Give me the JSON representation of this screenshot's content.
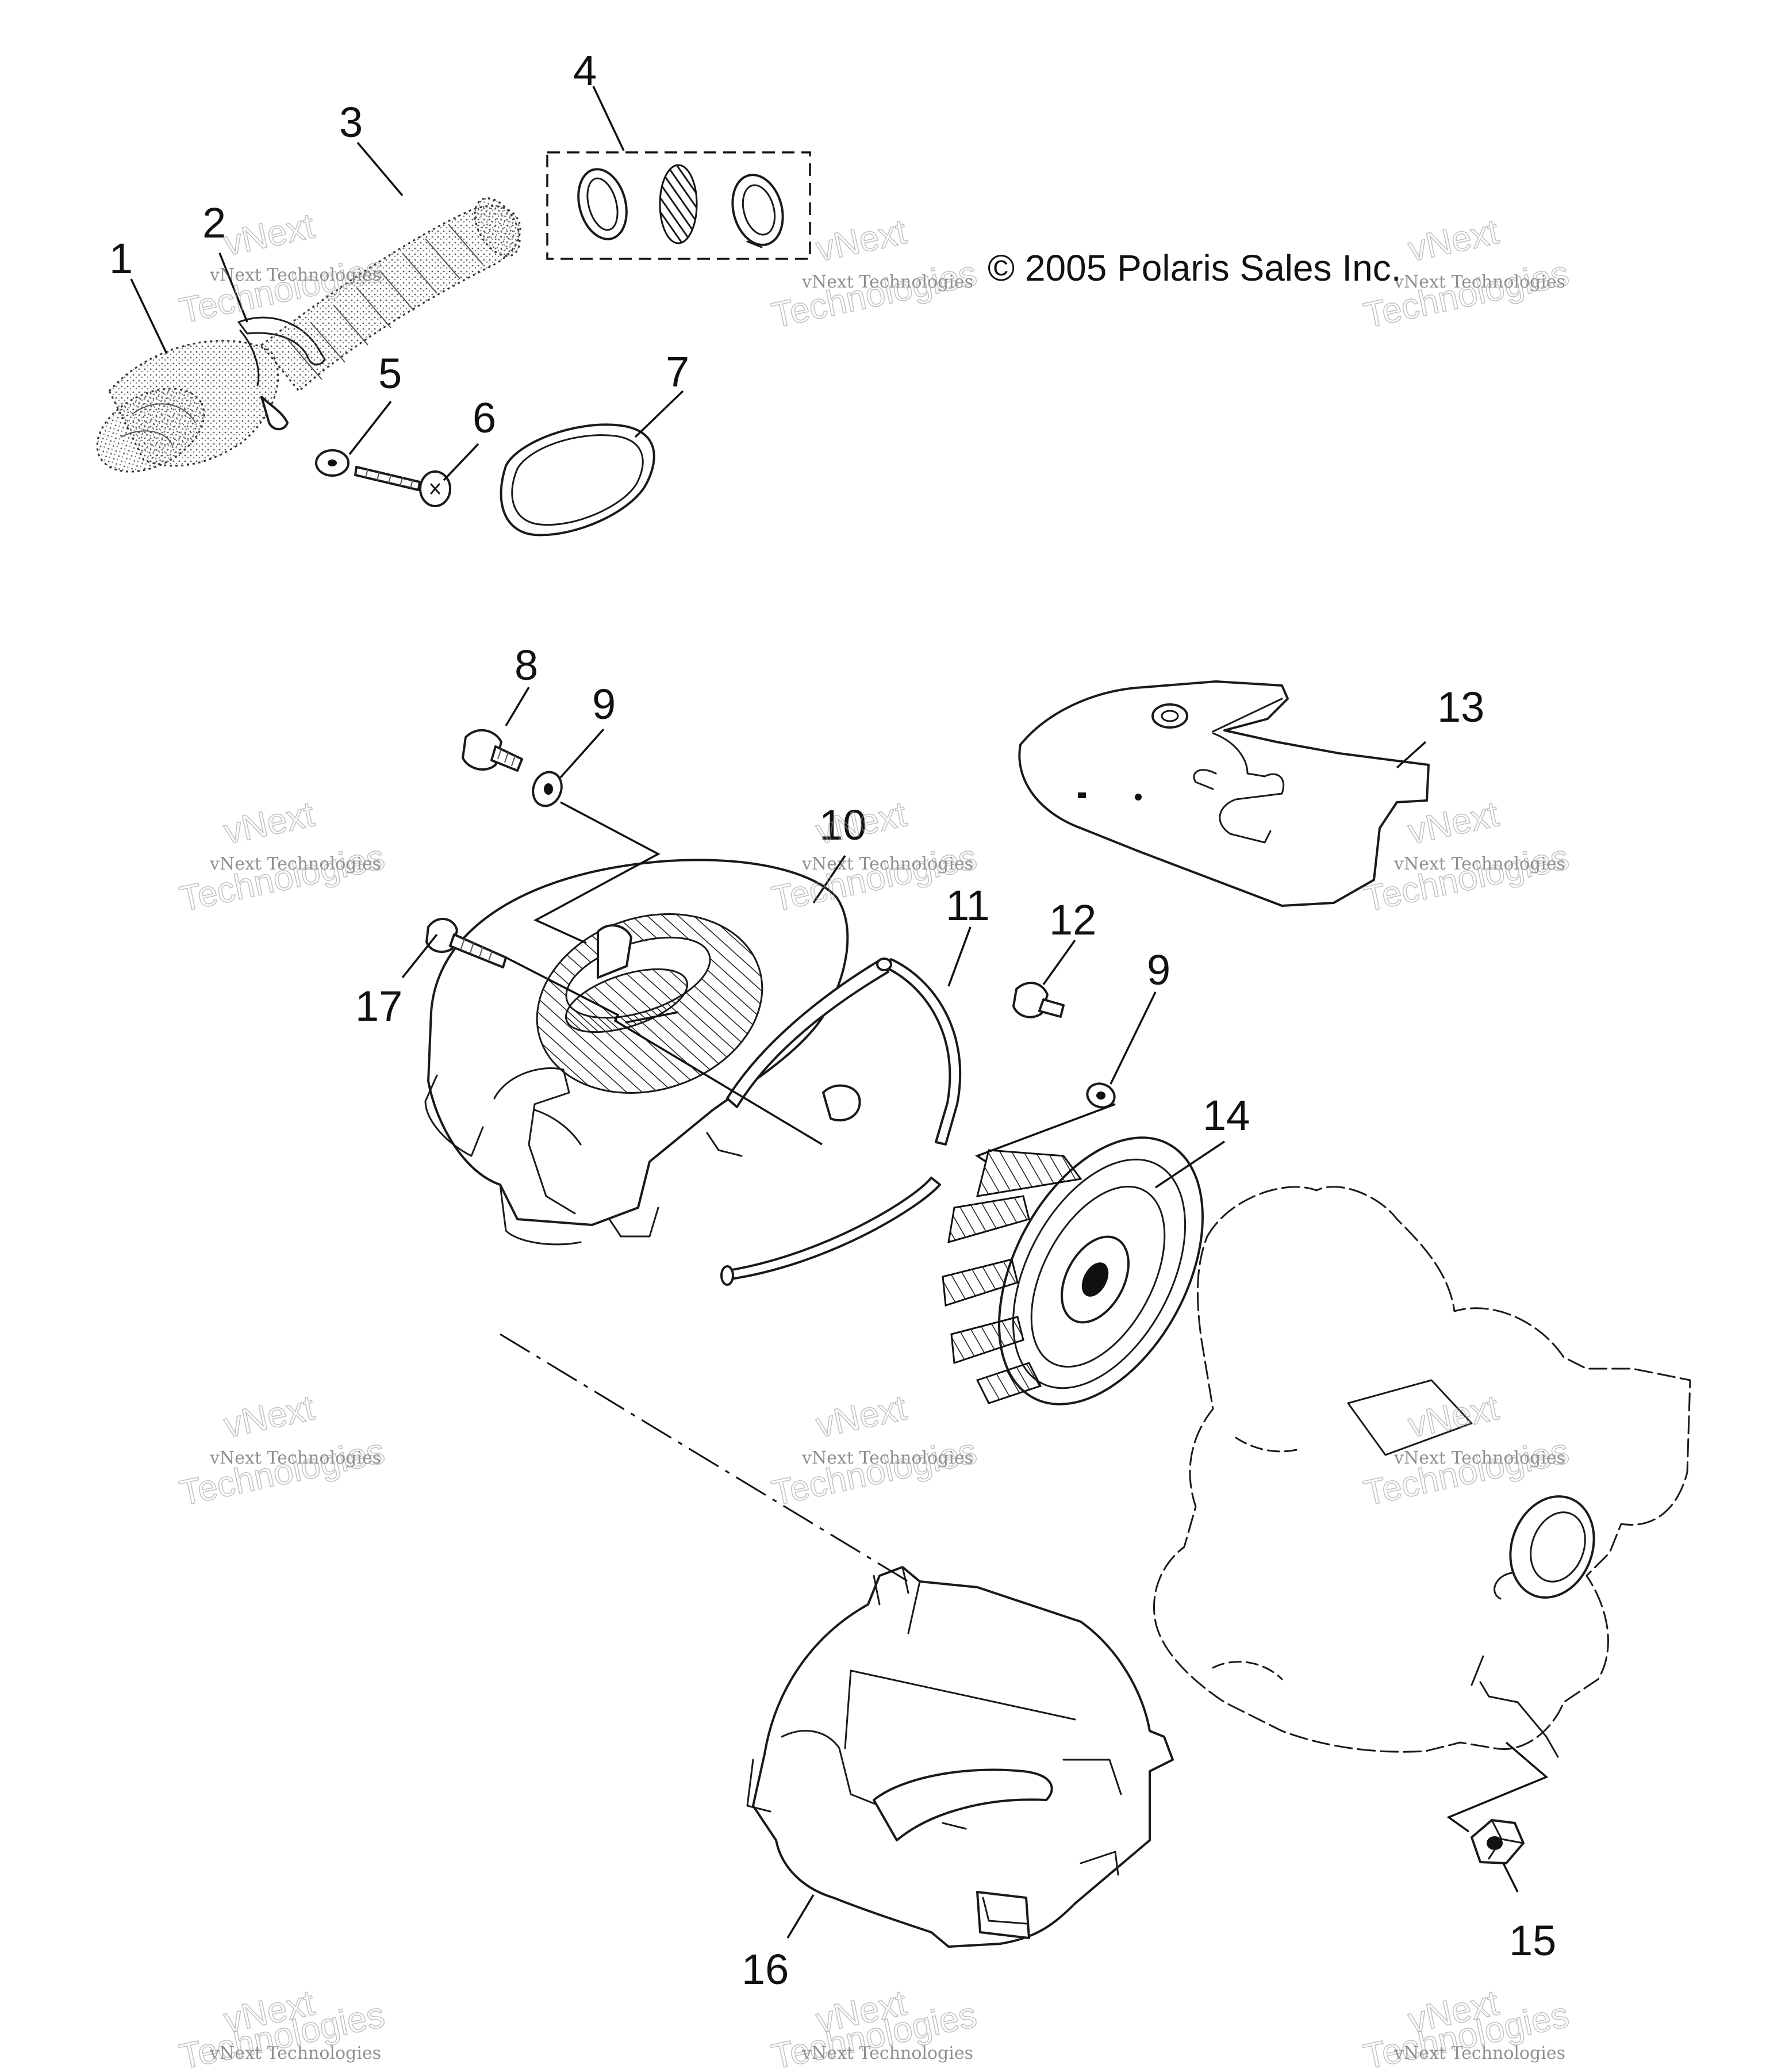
{
  "copyright": "© 2005 Polaris Sales Inc.",
  "watermark": {
    "small": "vNext Technologies",
    "big_line1": "vNext",
    "big_line2": "Technologies"
  },
  "callouts": {
    "c1": "1",
    "c2": "2",
    "c3": "3",
    "c4": "4",
    "c5": "5",
    "c6": "6",
    "c7": "7",
    "c8": "8",
    "c9a": "9",
    "c9b": "9",
    "c10": "10",
    "c11": "11",
    "c12": "12",
    "c13": "13",
    "c14": "14",
    "c15": "15",
    "c16": "16",
    "c17": "17"
  }
}
